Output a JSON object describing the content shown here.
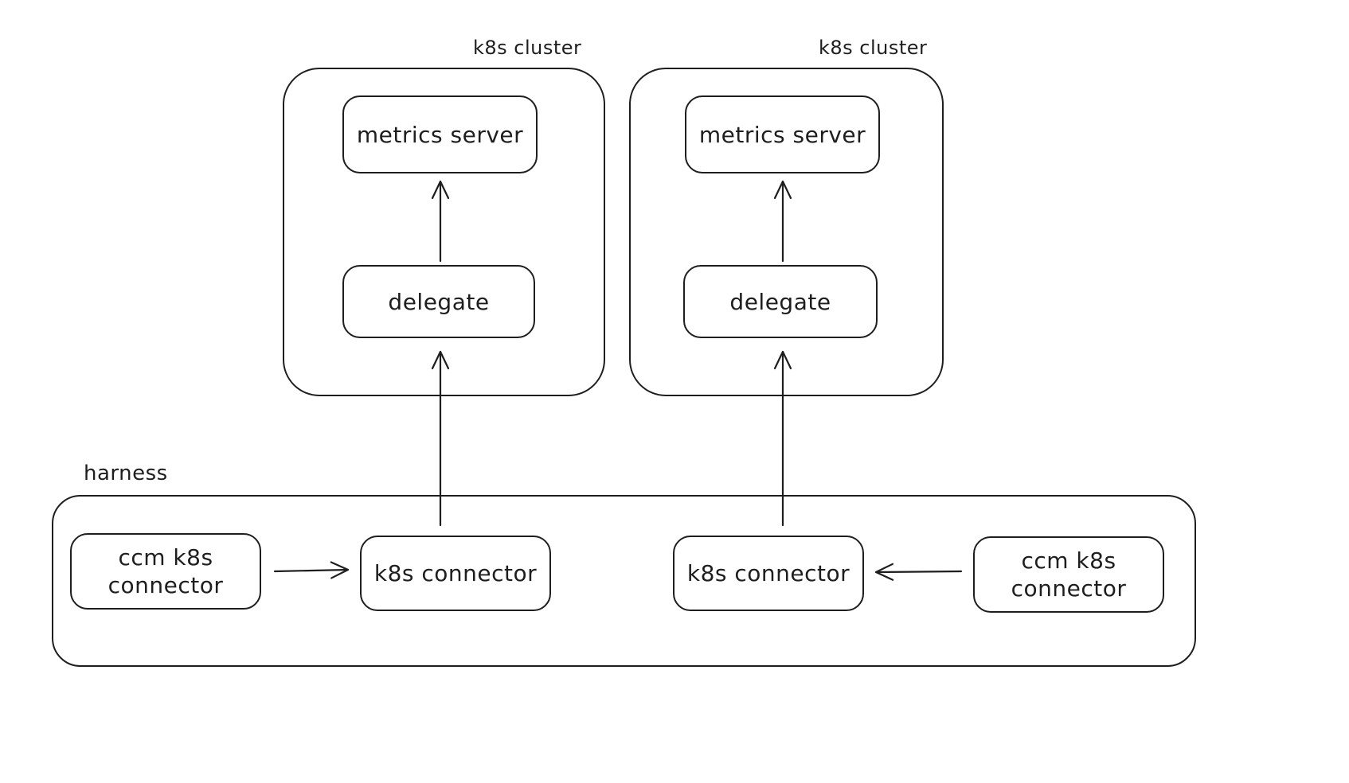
{
  "clusters": [
    {
      "label": "k8s cluster",
      "metrics_server": "metrics server",
      "delegate": "delegate"
    },
    {
      "label": "k8s cluster",
      "metrics_server": "metrics server",
      "delegate": "delegate"
    }
  ],
  "harness": {
    "label": "harness",
    "ccm_left": "ccm k8s connector",
    "connector_left": "k8s connector",
    "connector_right": "k8s connector",
    "ccm_right": "ccm k8s connector"
  },
  "edges": [
    {
      "from": "delegate",
      "to": "metrics server",
      "container": "k8s cluster 1",
      "direction": "up"
    },
    {
      "from": "delegate",
      "to": "metrics server",
      "container": "k8s cluster 2",
      "direction": "up"
    },
    {
      "from": "k8s connector (left)",
      "to": "delegate (cluster 1)",
      "direction": "up"
    },
    {
      "from": "k8s connector (right)",
      "to": "delegate (cluster 2)",
      "direction": "up"
    },
    {
      "from": "ccm k8s connector (left)",
      "to": "k8s connector (left)",
      "direction": "right"
    },
    {
      "from": "ccm k8s connector (right)",
      "to": "k8s connector (right)",
      "direction": "left"
    }
  ],
  "colors": {
    "stroke": "#1e1e1e",
    "background": "#ffffff"
  }
}
